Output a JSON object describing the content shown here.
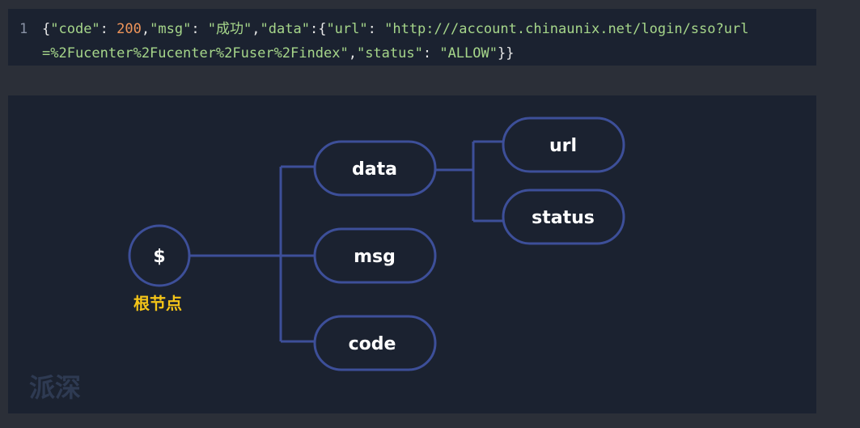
{
  "code": {
    "line_number": "1",
    "line1": {
      "p1": "{",
      "k_code": "\"code\"",
      "p2": ": ",
      "v_code": "200",
      "p3": ",",
      "k_msg": "\"msg\"",
      "p4": ": ",
      "v_msg": "\"成功\"",
      "p5": ",",
      "k_data": "\"data\"",
      "p6": ":{",
      "k_url": "\"url\"",
      "p7": ": ",
      "v_url_a": "\"http:///account.chinaunix.net/login/sso?url"
    },
    "line2": {
      "v_url_b": "=%2Fucenter%2Fucenter%2Fuser%2Findex\"",
      "p8": ",",
      "k_status": "\"status\"",
      "p9": ": ",
      "v_status": "\"ALLOW\"",
      "p10": "}}"
    }
  },
  "tree": {
    "root": "$",
    "root_caption": "根节点",
    "data": "data",
    "msg": "msg",
    "code": "code",
    "url": "url",
    "status": "status"
  },
  "watermark": "派深",
  "colors": {
    "node_stroke": "#3d4f99",
    "caption": "#f5c518",
    "background": "#1b2230"
  }
}
